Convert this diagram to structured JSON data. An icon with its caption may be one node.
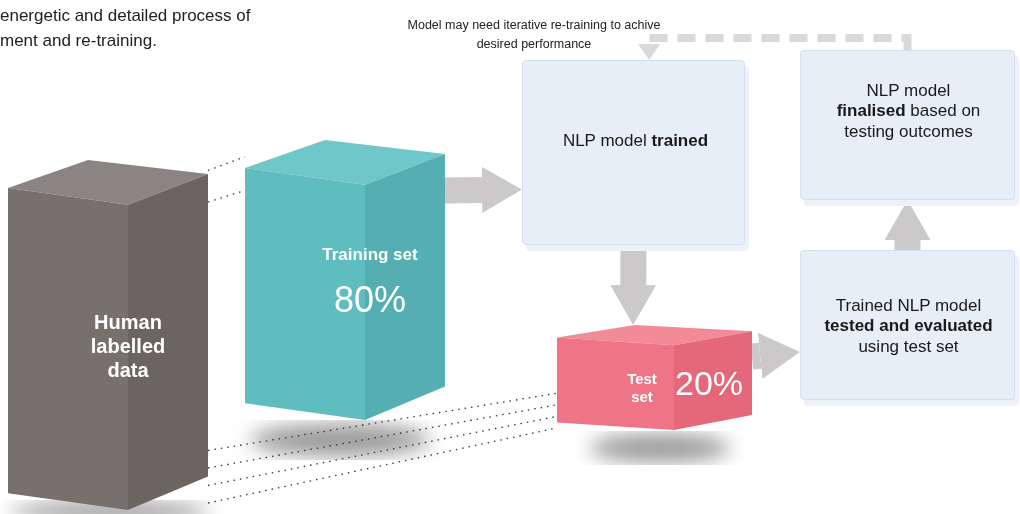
{
  "diagram": {
    "nodes": [
      {
        "text": [
          "Human labelled data"
        ]
      },
      {
        "text": [
          "Training set",
          "80%"
        ]
      },
      {
        "text": [
          "NLP model **trained**"
        ]
      },
      {
        "text": [
          "NLP model **finalised** based on testing outcomes"
        ]
      },
      {
        "text": [
          "Trained NLP model **tested and evaluated** using test set"
        ]
      },
      {
        "text": [
          "Test set",
          "20%"
        ]
      }
    ],
    "edges": [
      {
        "from": 1,
        "to": 2,
        "arrow": "to",
        "style": "thick",
        "color": "#cbc9c9"
      },
      {
        "from": 2,
        "to": 5,
        "arrow": "to",
        "style": "thick",
        "color": "#cbc9c9"
      },
      {
        "from": 5,
        "to": 4,
        "arrow": "to",
        "style": "thick",
        "color": "#cbc9c9"
      },
      {
        "from": 4,
        "to": 3,
        "arrow": "to",
        "style": "thick",
        "color": "#cbc9c9"
      },
      {
        "from": 3,
        "to": 2,
        "arrow": "to",
        "style": "dashed",
        "color": "#d9d9d9"
      },
      {
        "from": 0,
        "to": 1,
        "arrow": "none",
        "style": "dashed"
      },
      {
        "from": 0,
        "to": 1,
        "arrow": "none",
        "style": "dashed"
      },
      {
        "from": 0,
        "to": 5,
        "arrow": "none",
        "style": "dashed"
      },
      {
        "from": 0,
        "to": 5,
        "arrow": "none",
        "style": "dashed"
      },
      {
        "from": 0,
        "to": 5,
        "arrow": "none",
        "style": "dashed"
      },
      {
        "from": 0,
        "to": 5,
        "arrow": "none",
        "style": "dashed"
      }
    ],
    "labels": [
      "energetic and detailed process of ment and re-training.",
      "Model may need iterative re-training to achive desired performance"
    ]
  }
}
